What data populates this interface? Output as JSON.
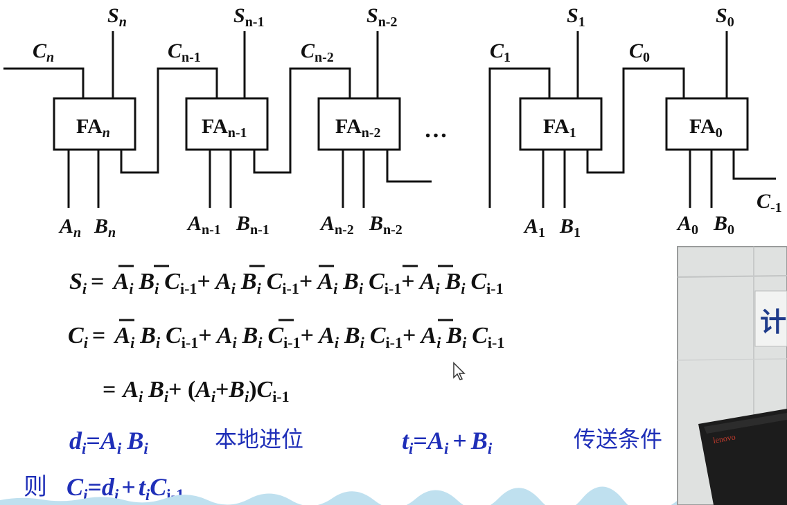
{
  "circuit": {
    "outputs": [
      "S",
      "S",
      "S",
      "S",
      "S"
    ],
    "output_subs": [
      "n",
      "n-1",
      "n-2",
      "1",
      "0"
    ],
    "carry_labels": [
      "C",
      "C",
      "C",
      "C",
      "C"
    ],
    "carry_subs": [
      "n",
      "n-1",
      "n-2",
      "1",
      "0"
    ],
    "carry_in_label": "C",
    "carry_in_sub": "-1",
    "blocks": [
      "FA",
      "FA",
      "FA",
      "FA",
      "FA"
    ],
    "block_subs": [
      "n",
      "n-1",
      "n-2",
      "1",
      "0"
    ],
    "inputs_a": [
      "A",
      "A",
      "A",
      "A",
      "A"
    ],
    "inputs_a_subs": [
      "n",
      "n-1",
      "n-2",
      "1",
      "0"
    ],
    "inputs_b": [
      "B",
      "B",
      "B",
      "B",
      "B"
    ],
    "inputs_b_subs": [
      "n",
      "n-1",
      "n-2",
      "1",
      "0"
    ],
    "ellipsis": "…"
  },
  "formulas": {
    "sum_lhs": "S",
    "sum_lhs_sub": "i",
    "carry_lhs": "C",
    "carry_lhs_sub": "i",
    "eq": "=",
    "plus": "+",
    "sub_i": "i",
    "sub_im1": "i-1",
    "A": "A",
    "B": "B",
    "C": "C",
    "simplified_open": "(",
    "simplified_close": ")",
    "d_label": "d",
    "t_label": "t",
    "d_desc": "本地进位",
    "t_desc": "传送条件",
    "then_word": "则"
  },
  "colors": {
    "ink": "#111111",
    "blue": "#1f2fb8",
    "wall": "#e2e4e3",
    "wall_dark": "#c9cbcb",
    "laptop": "#1c1c1c",
    "sign_text": "#1d3a8a"
  },
  "overlay": {
    "sign_char": "计",
    "laptop_brand": "lenovo"
  }
}
